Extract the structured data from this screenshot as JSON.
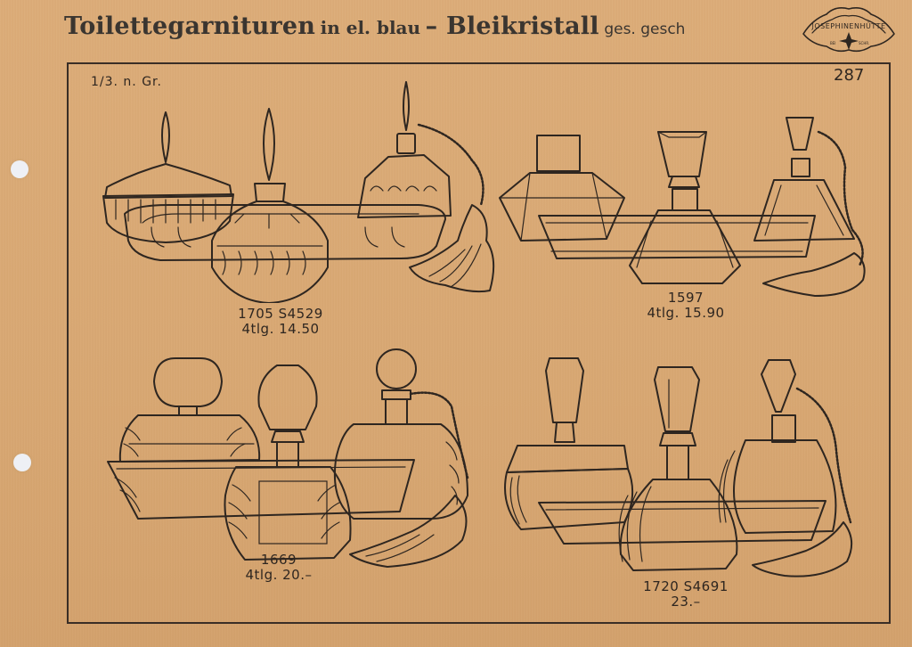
{
  "header": {
    "title_main": "Toilettegarnituren",
    "title_in": "in el. blau",
    "title_material": "– Bleikristall",
    "title_suffix": "ges. gesch",
    "stamp_text": "JOSEPHINENHÜTTE"
  },
  "sheet": {
    "scale_note": "1/3. n. Gr.",
    "page_number": "287"
  },
  "colors": {
    "paper": "#d9a874",
    "ink": "#2e2620",
    "punch_hole": "#eef0f5"
  },
  "sets": [
    {
      "position": "top-left",
      "model": "1705 S4529",
      "pieces_price": "4tlg. 14.50",
      "items": [
        "powder-box",
        "perfume-bottle",
        "atomizer",
        "tray"
      ]
    },
    {
      "position": "top-right",
      "model": "1597",
      "pieces_price": "4tlg. 15.90",
      "items": [
        "powder-box",
        "perfume-bottle",
        "atomizer",
        "tray"
      ]
    },
    {
      "position": "bottom-left",
      "model": "1669",
      "pieces_price": "4tlg. 20.–",
      "items": [
        "powder-box",
        "perfume-bottle",
        "atomizer",
        "tray"
      ]
    },
    {
      "position": "bottom-right",
      "model": "1720 S4691",
      "pieces_price": "23.–",
      "items": [
        "powder-box",
        "perfume-bottle",
        "atomizer",
        "tray"
      ]
    }
  ]
}
